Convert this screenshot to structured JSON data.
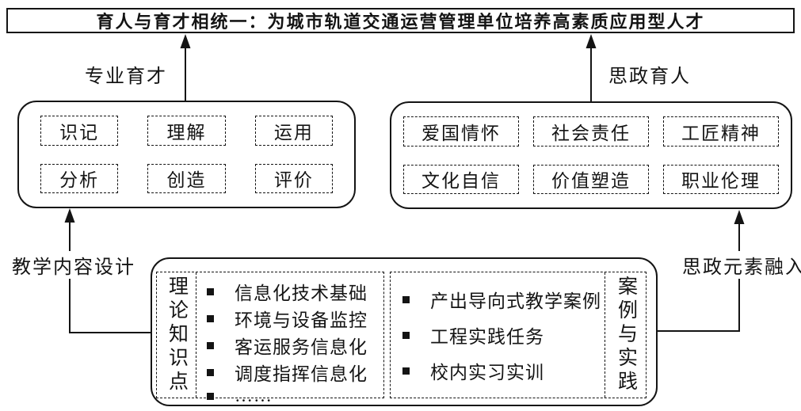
{
  "colors": {
    "ink": "#141414",
    "background": "#ffffff"
  },
  "title": "育人与育才相统一：为城市轨道交通运营管理单位培养高素质应用型人才",
  "branch_labels": {
    "professional": "专业育才",
    "ideological": "思政育人"
  },
  "professional": {
    "items": [
      "识记",
      "理解",
      "运用",
      "分析",
      "创造",
      "评价"
    ]
  },
  "ideological": {
    "items": [
      "爱国情怀",
      "社会责任",
      "工匠精神",
      "文化自信",
      "价值塑造",
      "职业伦理"
    ]
  },
  "bottom": {
    "theory_label": "理论知识点",
    "theory_items": [
      "信息化技术基础",
      "环境与设备监控",
      "客运服务信息化",
      "调度指挥信息化",
      "……"
    ],
    "practice_label": "案例与实践",
    "practice_items": [
      "产出导向式教学案例",
      "工程实践任务",
      "校内实习实训"
    ]
  },
  "connector_labels": {
    "left": "教学内容设计",
    "right": "思政元素融入"
  }
}
